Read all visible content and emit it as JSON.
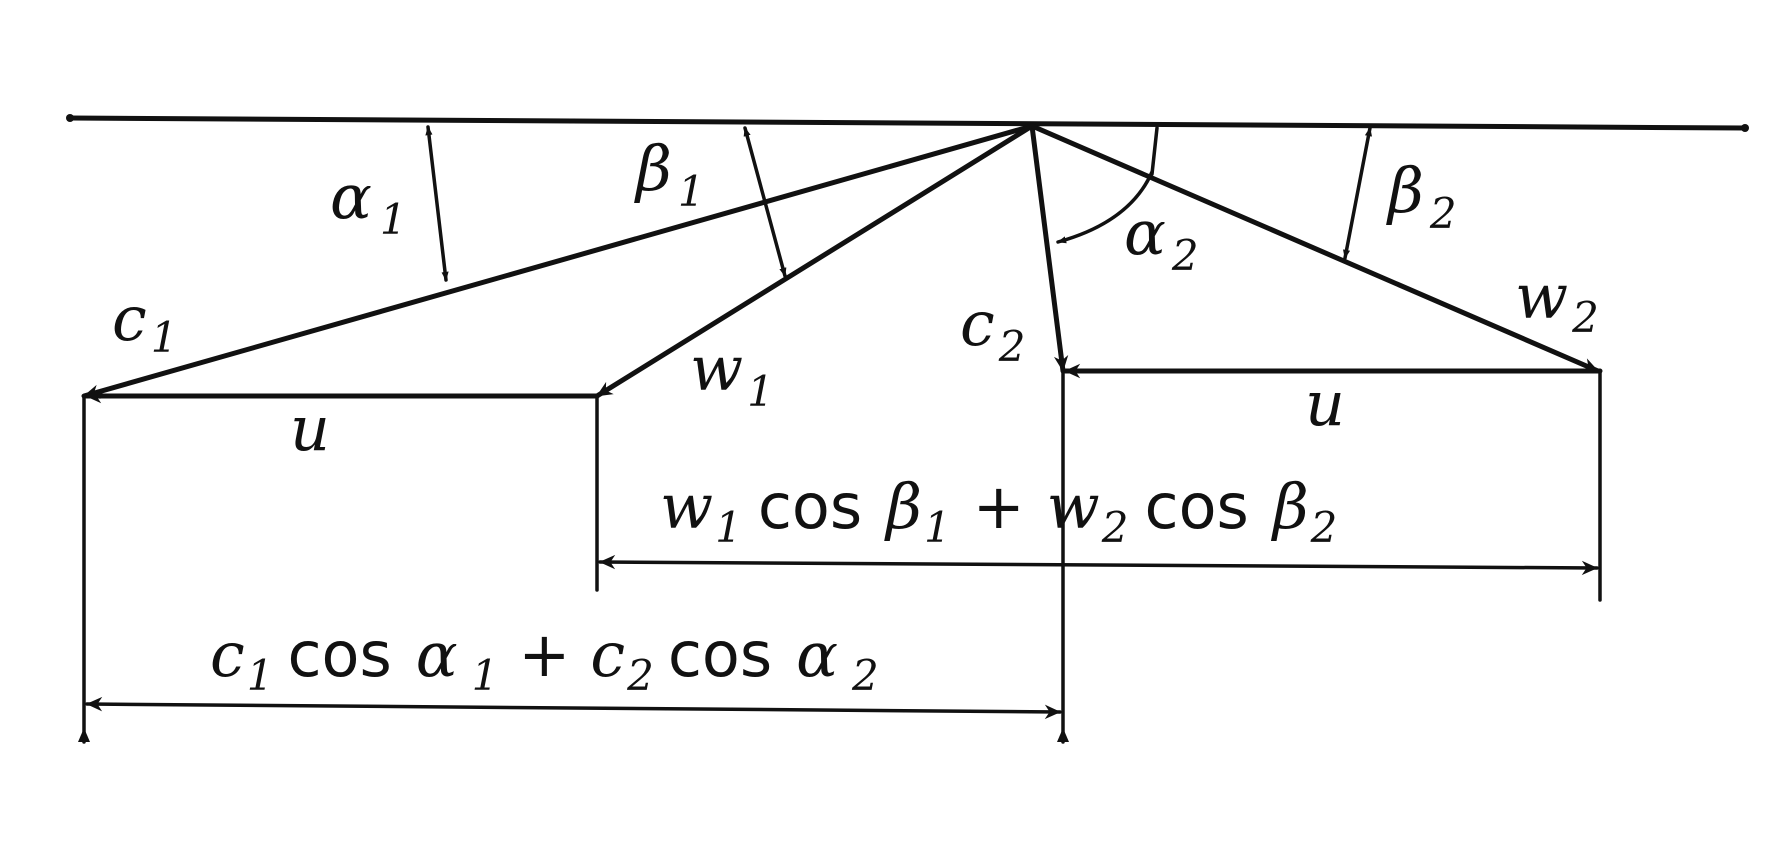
{
  "labels": {
    "alpha1": {
      "main": "α",
      "sub": "1"
    },
    "beta1": {
      "main": "β",
      "sub": "1"
    },
    "alpha2": {
      "main": "α",
      "sub": "2"
    },
    "beta2": {
      "main": "β",
      "sub": "2"
    },
    "c1": {
      "main": "c",
      "sub": "1"
    },
    "w1": {
      "main": "w",
      "sub": "1"
    },
    "c2": {
      "main": "c",
      "sub": "2"
    },
    "w2": {
      "main": "w",
      "sub": "2"
    },
    "u_left": "u",
    "u_right": "u"
  },
  "formulas": {
    "w_sum": {
      "w1": "w",
      "w1_sub": "1",
      "cos1": "cos",
      "beta1": "β",
      "beta1_sub": "1",
      "plus": "+",
      "w2": "w",
      "w2_sub": "2",
      "cos2": "cos",
      "beta2": "β",
      "beta2_sub": "2"
    },
    "c_sum": {
      "c1": "c",
      "c1_sub": "1",
      "cos1": "cos",
      "alpha1": "α",
      "alpha1_sub": "1",
      "plus": "+",
      "c2": "c",
      "c2_sub": "2",
      "cos2": "cos",
      "alpha2": "α",
      "alpha2_sub": "2"
    }
  }
}
